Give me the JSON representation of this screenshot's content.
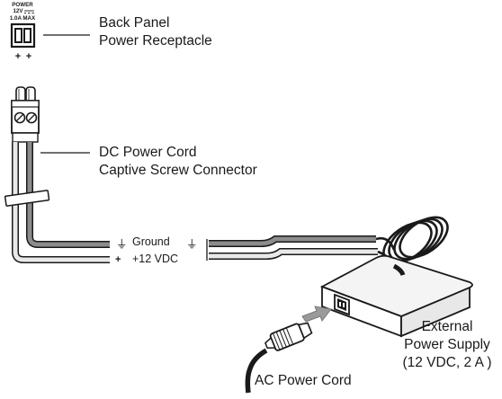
{
  "panel": {
    "markings": {
      "line1": "POWER",
      "line2": "12V",
      "line3": "1.0A MAX",
      "polarity_left": "+",
      "polarity_right": "+"
    },
    "callout_line1": "Back Panel",
    "callout_line2": "Power Receptacle"
  },
  "connector": {
    "callout_line1": "DC Power Cord",
    "callout_line2": "Captive Screw Connector"
  },
  "wires": {
    "ground_label": "Ground",
    "positive_label": "+12 VDC",
    "ground_symbol": "⏚",
    "positive_symbol": "+"
  },
  "power_supply": {
    "label_line1": "External",
    "label_line2": "Power Supply",
    "label_line3": "(12 VDC, 2 A )"
  },
  "ac_cord": {
    "label": "AC Power Cord"
  },
  "colors": {
    "line": "#1a1a1a",
    "wire_gray": "#8c8c8c",
    "adapter_fill": "#f4f4f4",
    "arrow": "#9a9a9a"
  }
}
